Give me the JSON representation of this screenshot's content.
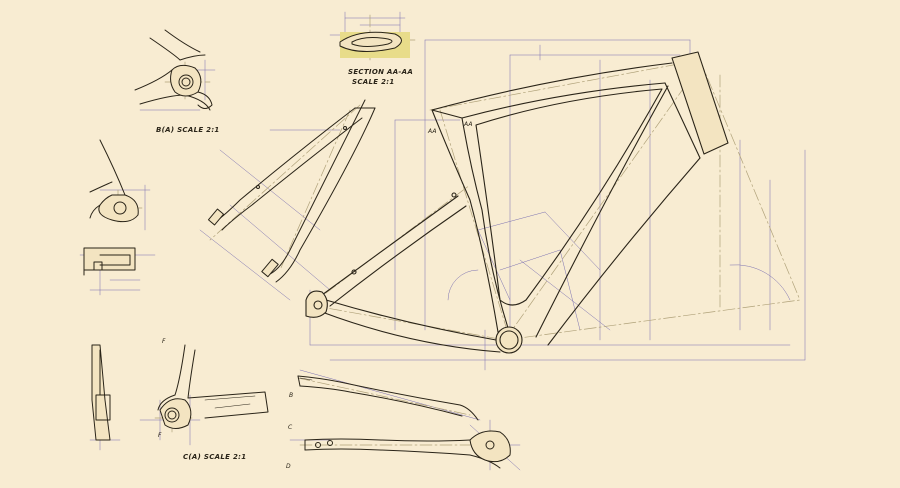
{
  "labels": {
    "section_aa": "SECTION AA-AA",
    "section_aa_scale": "SCALE 2:1",
    "detail_b": "B(A) SCALE 2:1",
    "detail_c": "C(A) SCALE 2:1",
    "marker_aa_left": "AA",
    "marker_aa_right": "AA",
    "marker_b": "B",
    "marker_c": "C",
    "marker_d": "D",
    "marker_f1": "F",
    "marker_f2": "F"
  },
  "colors": {
    "background": "#f8ecd2",
    "outline": "#2a2418",
    "dimension": "#5a4fa8",
    "centerline": "#b0a27a",
    "section_fill": "#e8dc8a",
    "part_fill": "#f3e4c1"
  }
}
